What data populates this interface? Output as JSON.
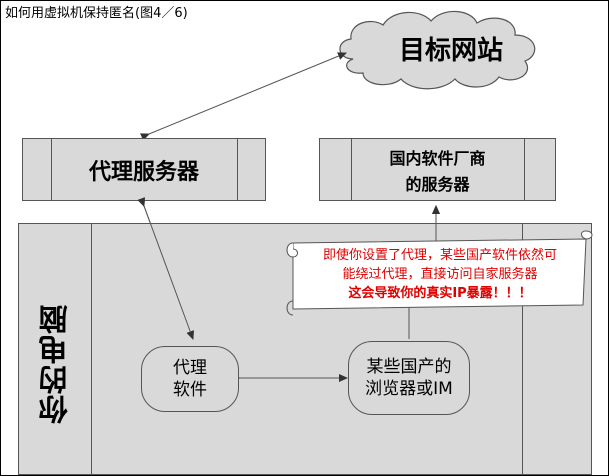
{
  "caption": "如何用虚拟机保持匿名(图4／6)",
  "target_site": "目标网站",
  "proxy_server": "代理服务器",
  "domestic_server": {
    "line1": "国内软件厂商",
    "line2": "的服务器"
  },
  "your_computer": "你的电脑",
  "proxy_software": {
    "line1": "代理",
    "line2": "软件"
  },
  "domestic_browser": {
    "line1": "某些国产的",
    "line2": "浏览器或IM"
  },
  "warning": {
    "line1": "即使你设置了代理，某些国产软件依然可",
    "line2": "能绕过代理，直接访问自家服务器",
    "line3": "这会导致你的真实IP暴露！！！"
  },
  "colors": {
    "box_fill": "#d9d9d9",
    "warning_text": "#e00000",
    "scroll_fill": "#ffffff"
  }
}
